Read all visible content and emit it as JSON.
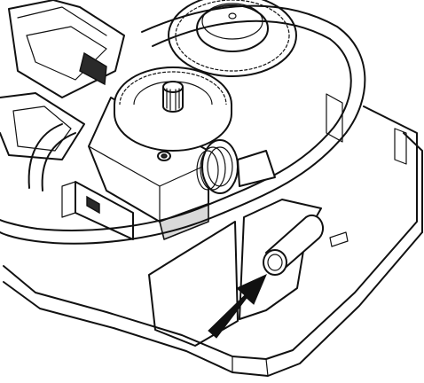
{
  "figure": {
    "kind": "technical line illustration",
    "colors": {
      "ink": "#111111",
      "paper": "#ffffff",
      "shade": "#d9d9d9",
      "arrow": "#111111"
    },
    "parts": [
      "housing-base",
      "drive-gear-small",
      "drive-gear-large",
      "gear-shaft-knob",
      "mounting-screw",
      "cable-loop",
      "tube-fitting",
      "tube-pin",
      "gearbox-housing",
      "direction-arrow"
    ],
    "arrow": {
      "direction": "up-right",
      "target": "tube-pin"
    }
  }
}
